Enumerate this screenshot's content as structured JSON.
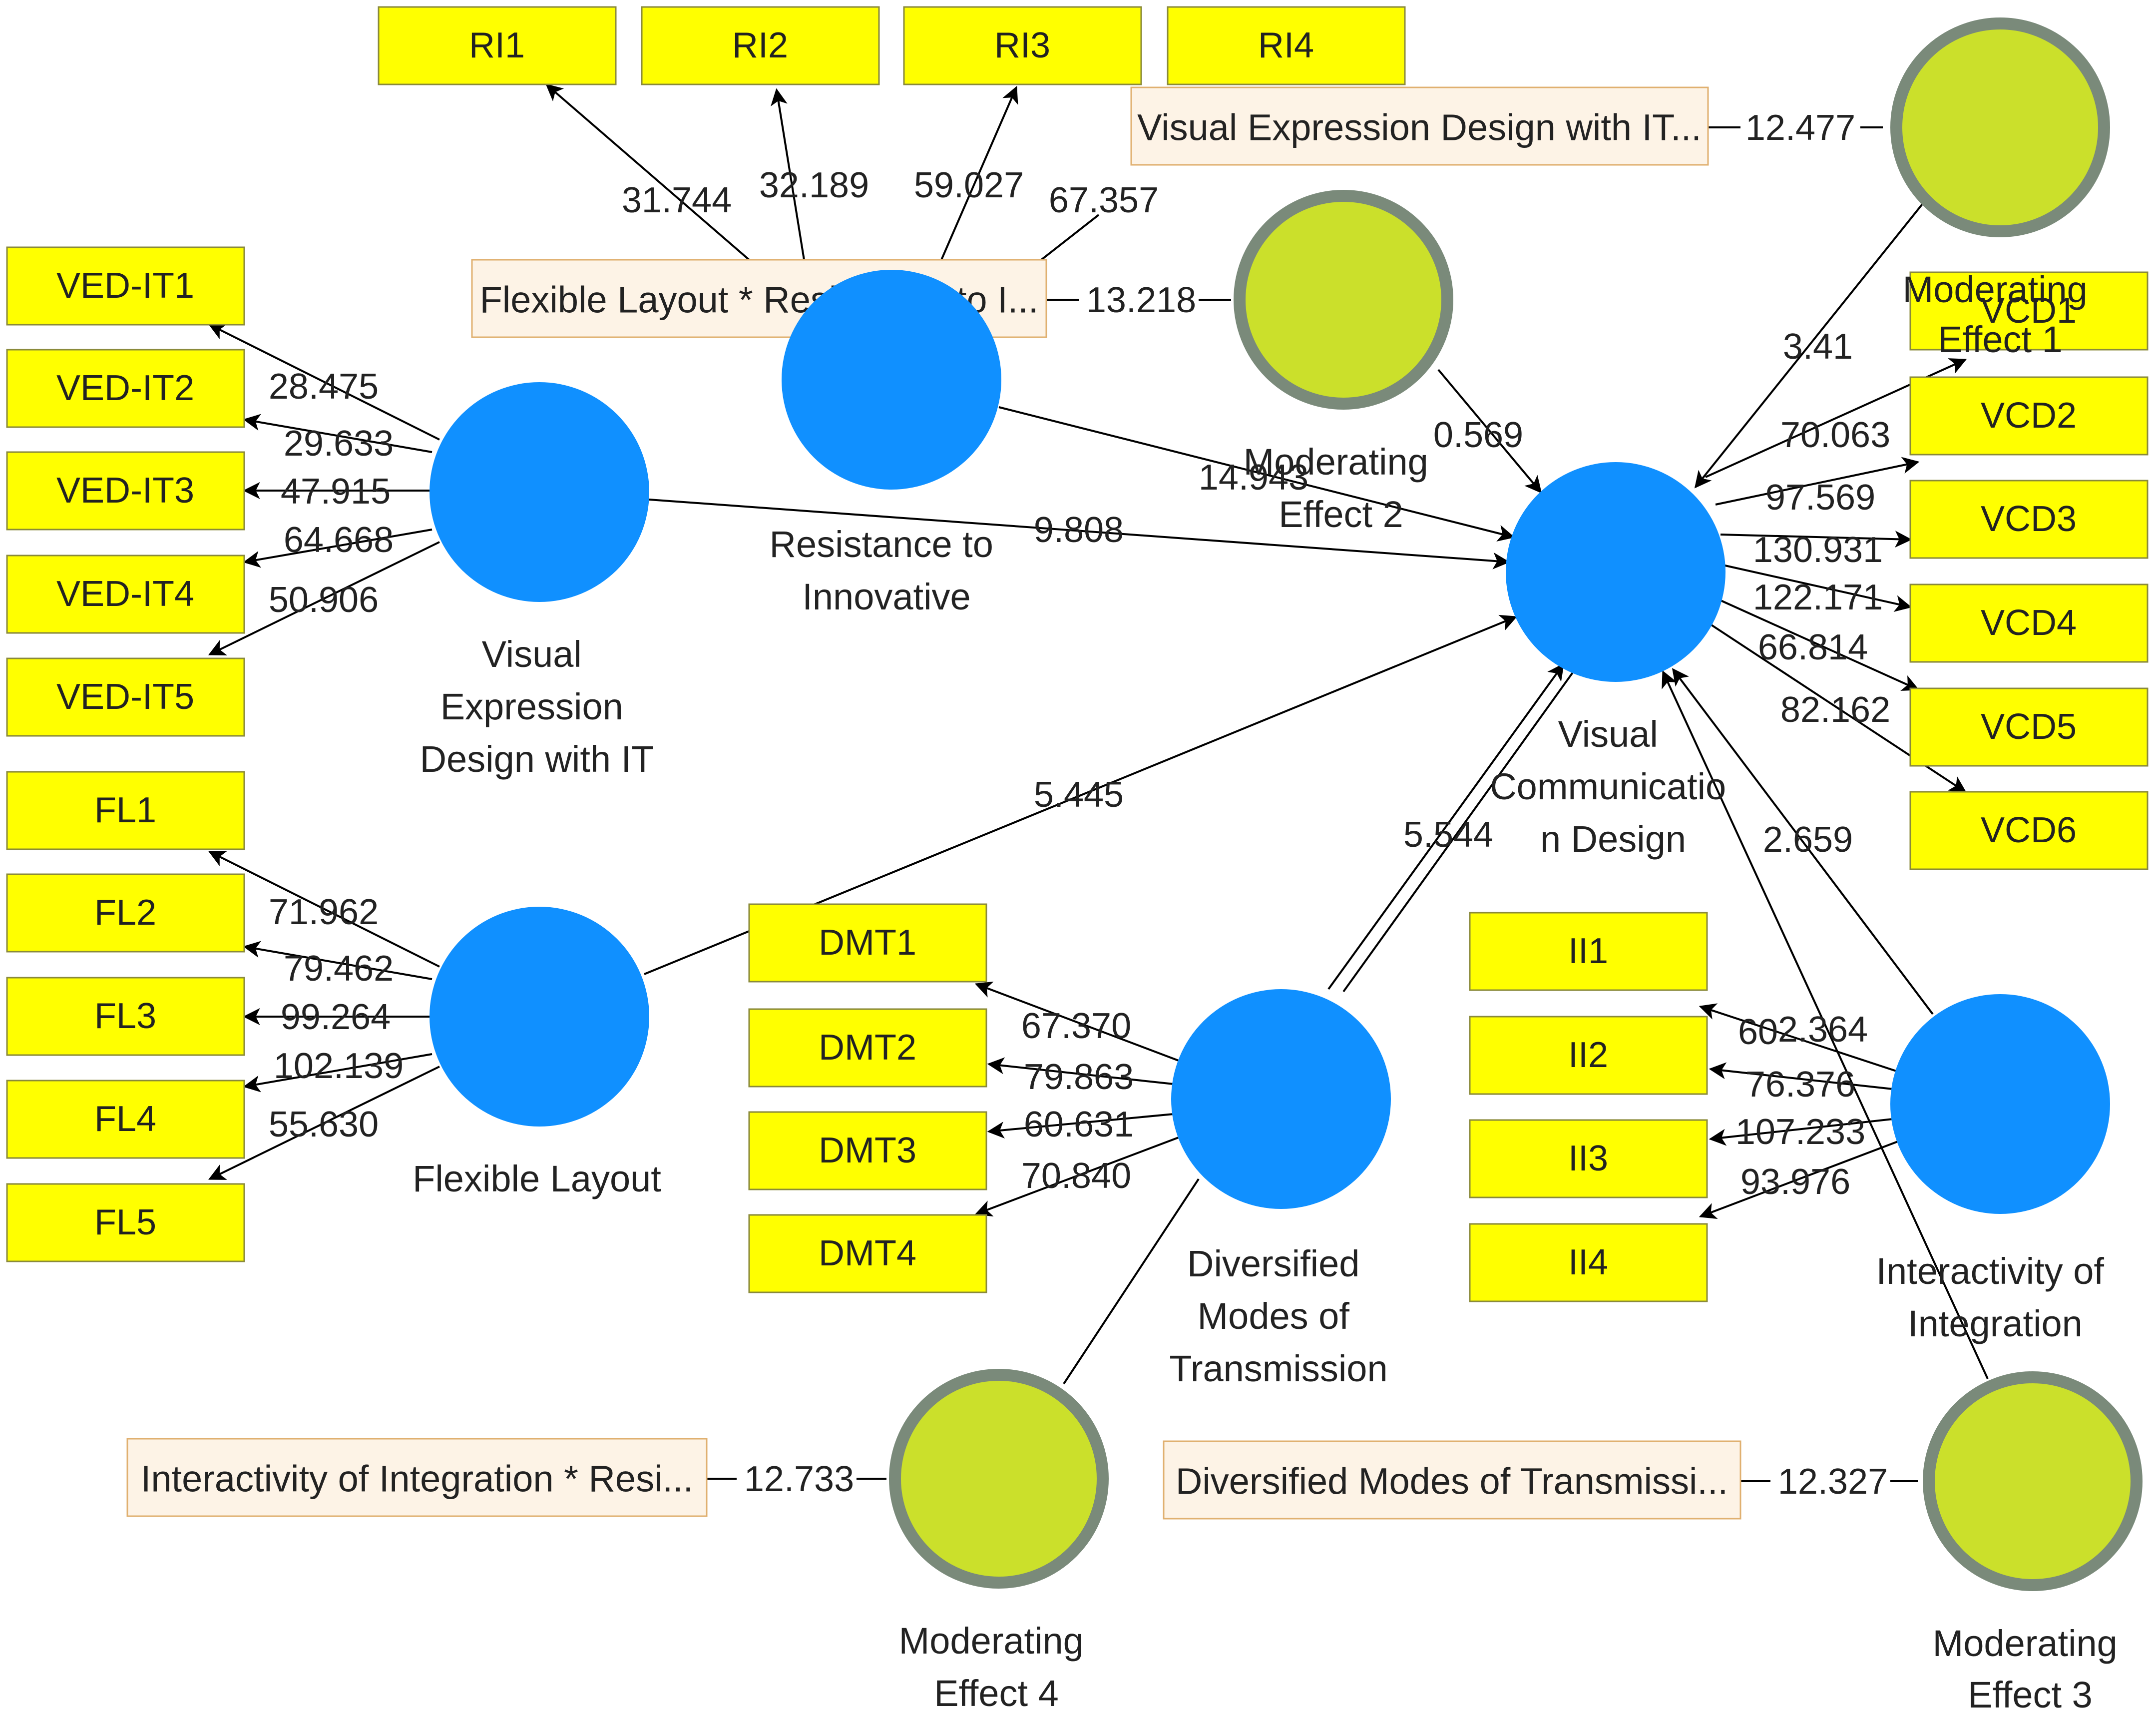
{
  "indicators": {
    "RI1": "RI1",
    "RI2": "RI2",
    "RI3": "RI3",
    "RI4": "RI4",
    "VEDIT1": "VED-IT1",
    "VEDIT2": "VED-IT2",
    "VEDIT3": "VED-IT3",
    "VEDIT4": "VED-IT4",
    "VEDIT5": "VED-IT5",
    "FL1": "FL1",
    "FL2": "FL2",
    "FL3": "FL3",
    "FL4": "FL4",
    "FL5": "FL5",
    "DMT1": "DMT1",
    "DMT2": "DMT2",
    "DMT3": "DMT3",
    "DMT4": "DMT4",
    "II1": "II1",
    "II2": "II2",
    "II3": "II3",
    "II4": "II4",
    "VCD1": "VCD1",
    "VCD2": "VCD2",
    "VCD3": "VCD3",
    "VCD4": "VCD4",
    "VCD5": "VCD5",
    "VCD6": "VCD6"
  },
  "interaction_terms": {
    "ved_it": "Visual Expression Design with IT...",
    "fl_ri": "Flexible Layout * Resistance to I...",
    "ii_ri": "Interactivity of Integration * Resi...",
    "dmt_ri": "Diversified Modes of Transmissi..."
  },
  "constructs": {
    "ri": [
      "Resistance to",
      "Innovative"
    ],
    "ved": [
      "Visual",
      "Expression",
      "Design with IT"
    ],
    "fl": [
      "Flexible Layout"
    ],
    "dmt": [
      "Diversified",
      "Modes of",
      "Transmission"
    ],
    "ii": [
      "Interactivity of",
      "Integration"
    ],
    "vcd": [
      "Visual",
      "Communicatio",
      "n Design"
    ],
    "me1": [
      "Moderating",
      "Effect 1"
    ],
    "me2": [
      "Moderating",
      "Effect 2"
    ],
    "me3": [
      "Moderating",
      "Effect 3"
    ],
    "me4": [
      "Moderating",
      "Effect 4"
    ]
  },
  "loadings": {
    "RI1": "31.744",
    "RI2": "32.189",
    "RI3": "59.027",
    "RI4": "67.357",
    "VEDIT1": "28.475",
    "VEDIT2": "29.633",
    "VEDIT3": "47.915",
    "VEDIT4": "64.668",
    "VEDIT5": "50.906",
    "FL1": "71.962",
    "FL2": "79.462",
    "FL3": "99.264",
    "FL4": "102.139",
    "FL5": "55.630",
    "DMT1": "67.370",
    "DMT2": "79.863",
    "DMT3": "60.631",
    "DMT4": "70.840",
    "II1": "60",
    "II2": "76.376",
    "II3": "107.233",
    "II4": "93.976",
    "VCD1": "70.063",
    "VCD2": "97.569",
    "VCD3": "130.931",
    "VCD4": "122.171",
    "VCD5": "66.814",
    "VCD6": "82.162"
  },
  "paths": {
    "ved_vcd": "9.808",
    "ri_vcd": "14.943",
    "fl_vcd": "5.445",
    "dmt_vcd": "5.544",
    "ii_vcd": "2.659",
    "me1_vcd": "3.41",
    "me2_vcd": "0.569",
    "me3_vcd": "2.364"
  },
  "interaction_loadings": {
    "me1": "12.477",
    "me2": "13.218",
    "me3": "12.327",
    "me4": "12.733"
  }
}
